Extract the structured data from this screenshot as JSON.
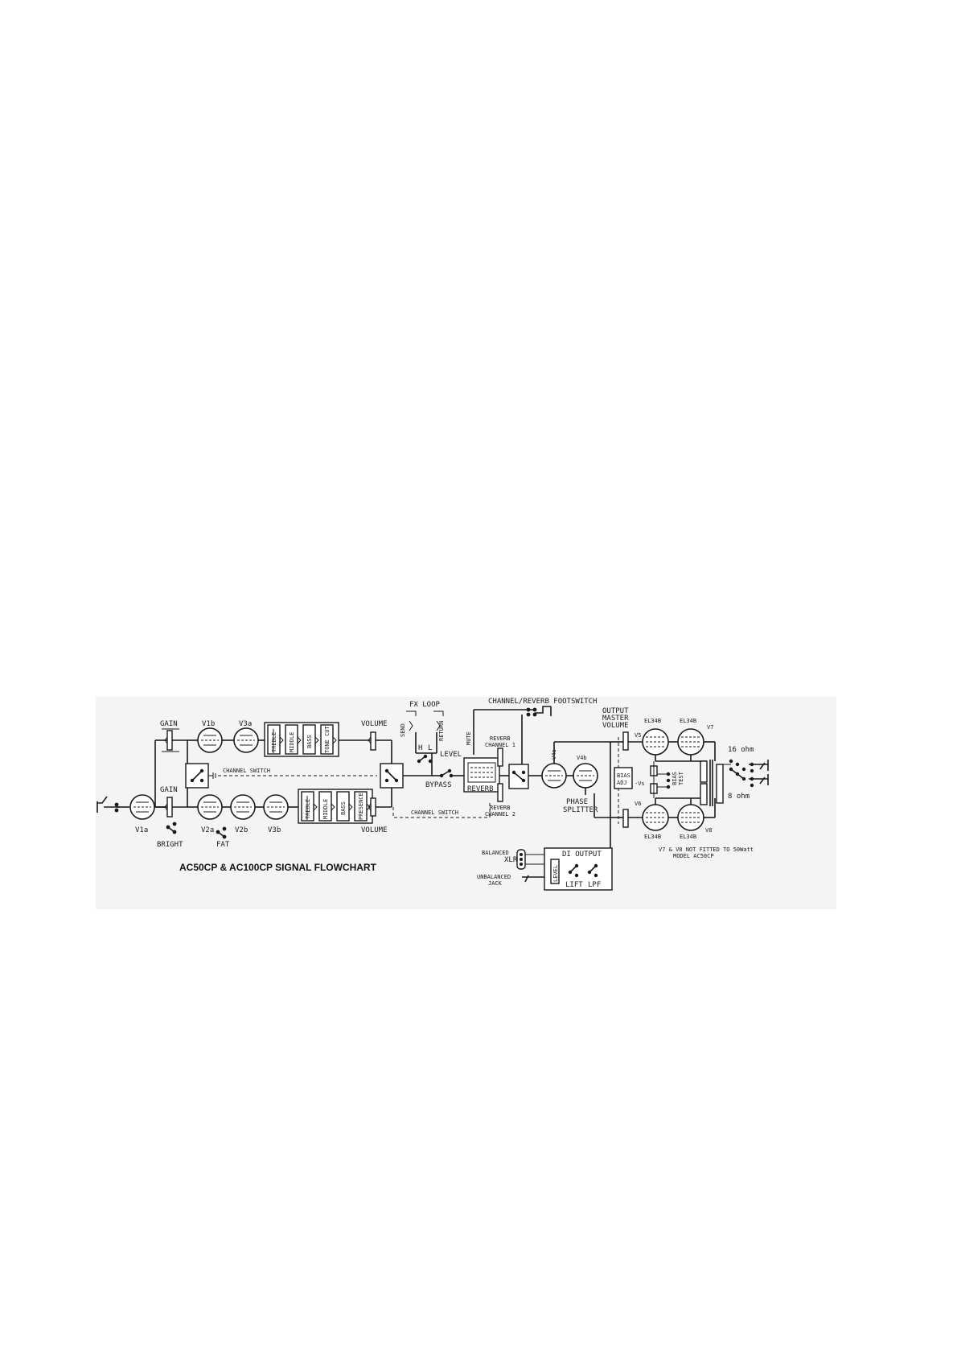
{
  "title": "AC50CP & AC100CP SIGNAL FLOWCHART",
  "tubes": {
    "v1a": "V1a",
    "v1b": "V1b",
    "v3a": "V3a",
    "v2a": "V2a",
    "v2b": "V2b",
    "v3b": "V3b",
    "v4a": "V4a",
    "v4b": "V4b",
    "v5": "V5",
    "v6": "V6",
    "v7": "V7",
    "v8": "V8",
    "el34_v5": "EL34B",
    "el34_v7": "EL34B",
    "el34_v6": "EL34B",
    "el34_v8": "EL34B"
  },
  "controls": {
    "gain_top": "GAIN",
    "gain_bottom": "GAIN",
    "bright": "BRIGHT",
    "fat": "FAT",
    "volume_top": "VOLUME",
    "volume_bottom": "VOLUME",
    "channel_switch_top": "CHANNEL SWITCH",
    "channel_switch_bottom": "CHANNEL SWITCH",
    "tone1": [
      "TREBLE",
      "MIDDLE",
      "BASS",
      "TONE CUT"
    ],
    "tone2": [
      "TREBLE",
      "MIDDLE",
      "BASS",
      "PRESENCE"
    ]
  },
  "fx": {
    "loop": "FX LOOP",
    "send": "SEND",
    "return": "RETURN",
    "h": "H",
    "l": "L",
    "level": "LEVEL",
    "bypass": "BYPASS",
    "mute": "MUTE"
  },
  "reverb": {
    "label": "REVERB",
    "channel1": [
      "REVERB",
      "CHANNEL 1"
    ],
    "channel2": [
      "REVERB",
      "CHANNEL 2"
    ],
    "footswitch": "CHANNEL/REVERB FOOTSWITCH"
  },
  "phase": [
    "PHASE",
    "SPLITTER"
  ],
  "output": {
    "master": [
      "OUTPUT",
      "MASTER",
      "VOLUME"
    ],
    "bias_adj": [
      "BIAS",
      "ADJ"
    ],
    "minus_vs": "-Vs",
    "bias_test": [
      "BIAS",
      "TEST"
    ],
    "ohm16": "16 ohm",
    "ohm8": "8 ohm",
    "note": [
      "V7 & V8 NOT FITTED TO 50Watt",
      "MODEL AC50CP"
    ]
  },
  "di": {
    "label": "DI OUTPUT",
    "balanced": "BALANCED",
    "xlr": "XLR",
    "unbalanced": [
      "UNBALANCED",
      "JACK"
    ],
    "level": "LEVEL",
    "lift": "LIFT",
    "lpf": "LPF"
  },
  "colors": {
    "ink": "#1a1a1a",
    "panel": "#f4f4f4",
    "page": "#ffffff"
  }
}
